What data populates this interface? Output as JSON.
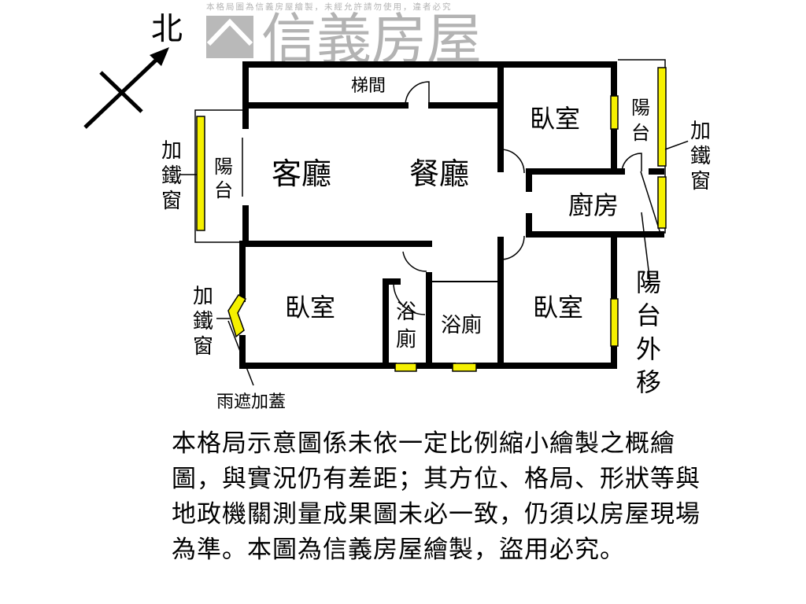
{
  "compass": {
    "north": "北"
  },
  "rooms": {
    "stairs": "梯間",
    "living": "客廳",
    "dining": "餐廳",
    "bedroom_ne": "臥室",
    "bedroom_sw": "臥室",
    "bedroom_se": "臥室",
    "kitchen": "廚房",
    "bath1": [
      "浴",
      "廁"
    ],
    "bath2": "浴廁",
    "balcony_w": [
      "陽",
      "台"
    ],
    "balcony_e": [
      "陽",
      "台"
    ]
  },
  "annotations": {
    "iron_window_w": [
      "加",
      "鐵",
      "窗"
    ],
    "iron_window_e": [
      "加",
      "鐵",
      "窗"
    ],
    "iron_window_sw": [
      "加",
      "鐵",
      "窗"
    ],
    "canopy": "雨遮加蓋",
    "balcony_moved": [
      "陽",
      "台",
      "外",
      "移"
    ]
  },
  "watermark": {
    "brand": "信義房屋",
    "notice": "本格局圖為信義房屋繪製，未經允許請勿使用，違者必究"
  },
  "disclaimer": "本格局示意圖係未依一定比例縮小繪製之概繪圖，與實況仍有差距；其方位、格局、形狀等與地政機關測量成果圖未必一致，仍須以房屋現場為準。本圖為信義房屋繪製，盜用必究。",
  "colors": {
    "window": "#f5f000",
    "wall": "#000000",
    "watermark": "#9a9a9a"
  }
}
